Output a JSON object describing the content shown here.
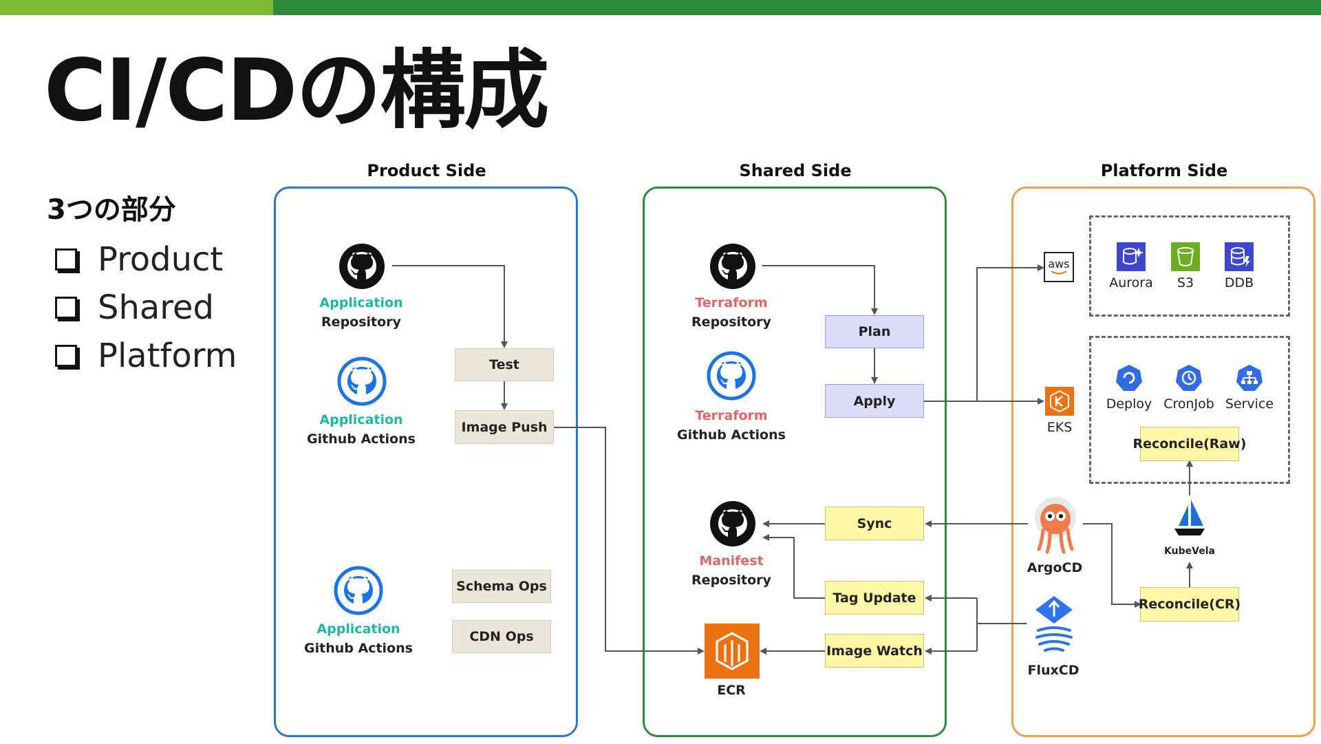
{
  "title": "CI/CDの構成",
  "subtitle": "3つの部分",
  "bullets": [
    "Product",
    "Shared",
    "Platform"
  ],
  "panels": {
    "product": "Product Side",
    "shared": "Shared Side",
    "platform": "Platform Side"
  },
  "product": {
    "app_repo": {
      "accent": "Application",
      "label": "Repository"
    },
    "app_actions": {
      "accent": "Application",
      "label": "Github Actions"
    },
    "app_actions2": {
      "accent": "Application",
      "label": "Github Actions"
    },
    "steps": {
      "test": "Test",
      "image_push": "Image Push",
      "schema_ops": "Schema Ops",
      "cdn_ops": "CDN Ops"
    }
  },
  "shared": {
    "tf_repo": {
      "accent": "Terraform",
      "label": "Repository"
    },
    "tf_actions": {
      "accent": "Terraform",
      "label": "Github Actions"
    },
    "manifest_repo": {
      "accent": "Manifest",
      "label": "Repository"
    },
    "ecr": "ECR",
    "steps": {
      "plan": "Plan",
      "apply": "Apply",
      "sync": "Sync",
      "tag_update": "Tag Update",
      "image_watch": "Image Watch"
    }
  },
  "platform": {
    "aws_text": "aws",
    "aurora": "Aurora",
    "s3": "S3",
    "ddb": "DDB",
    "eks": "EKS",
    "deploy": "Deploy",
    "cronjob": "CronJob",
    "service": "Service",
    "reconcile_raw": "Reconcile(Raw)",
    "kubevela": "KubeVela",
    "reconcile_cr": "Reconcile(CR)",
    "argocd": "ArgoCD",
    "fluxcd": "FluxCD"
  },
  "colors": {
    "product_border": "#2a78c8",
    "shared_border": "#2e8b3e",
    "platform_border": "#f0a04b",
    "topbar_light": "#7cba33",
    "topbar_dark": "#2e8b3e",
    "aws_orange": "#ec7211",
    "github_blue": "#1a73e8"
  }
}
